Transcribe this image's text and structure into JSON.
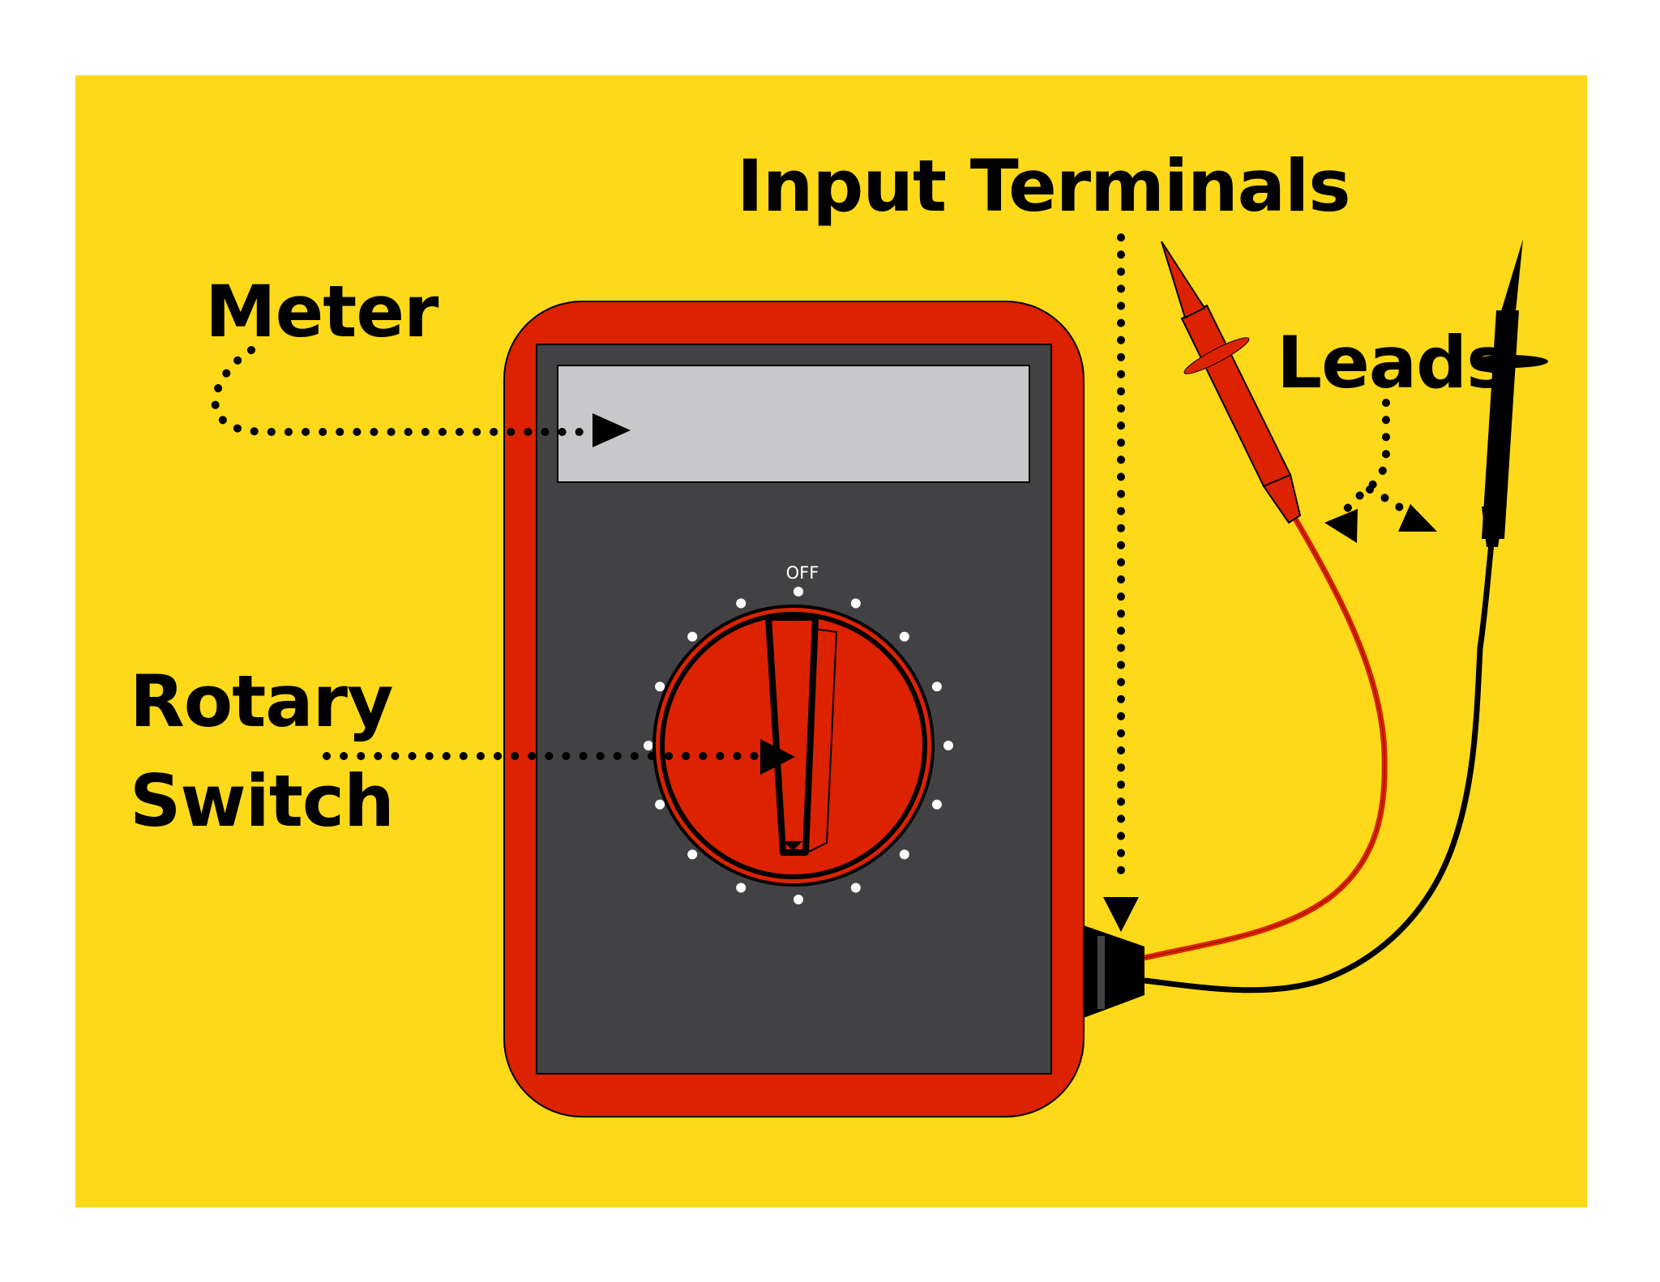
{
  "labels": {
    "meter": "Meter",
    "rotary_line1": "Rotary",
    "rotary_line2": "Switch",
    "input_terminals": "Input Terminals",
    "leads": "Leads"
  },
  "dial": {
    "off_label": "OFF",
    "position_count": 16
  },
  "colors": {
    "background": "#fdd919",
    "body_red": "#dc2200",
    "face_gray": "#424244",
    "display_gray": "#c8c8ca",
    "lead_red": "#dc2200",
    "lead_black": "#000000"
  }
}
